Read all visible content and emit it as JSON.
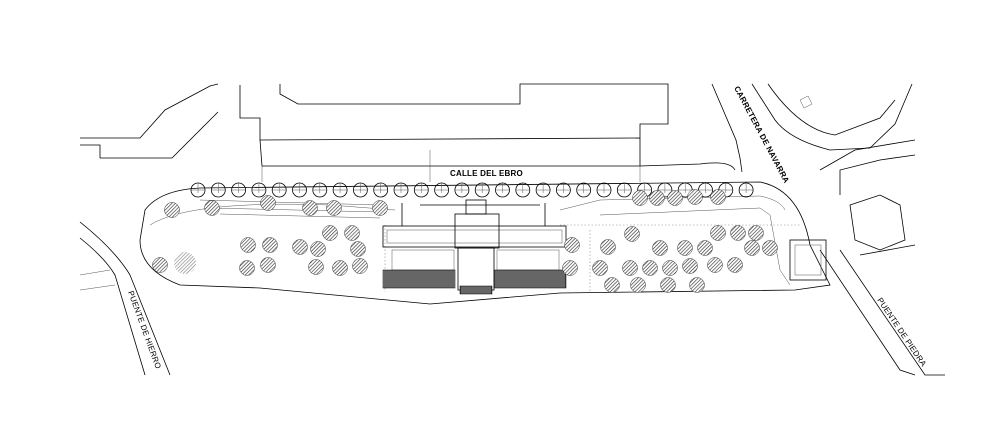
{
  "labels": {
    "calle_del_ebro": "CALLE DEL EBRO",
    "carretera_de_navarra": "CARRETERA DE NAVARRA",
    "puente_de_hierro": "PUENTE DE HIERRO",
    "puente_de_piedra": "PUENTE DE PIEDRA"
  },
  "colors": {
    "line": "#000000",
    "hatch": "#333333"
  }
}
